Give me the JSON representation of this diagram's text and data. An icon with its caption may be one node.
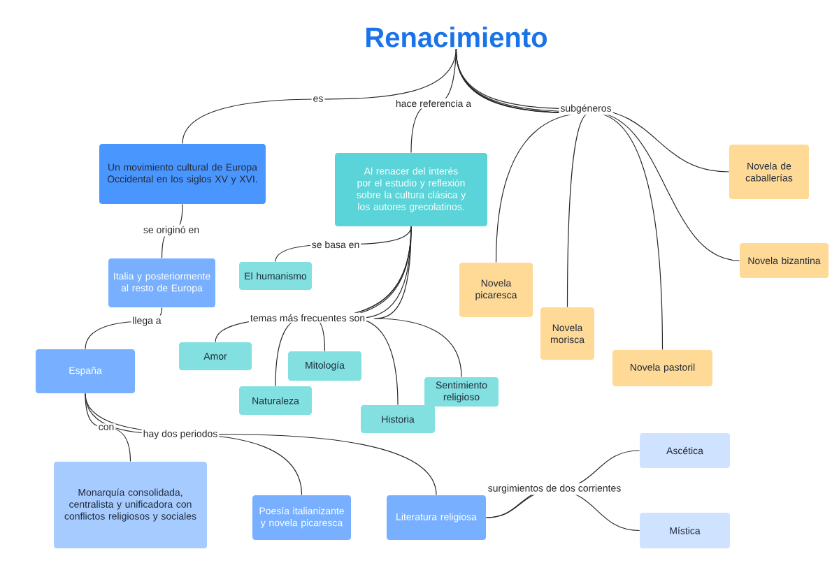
{
  "diagram": {
    "nodes": [
      {
        "text": [
          "Renacimiento"
        ]
      },
      {
        "text": [
          "Un movimiento cultural de Europa Occidental en los siglos XV y XVI."
        ]
      },
      {
        "text": [
          "Al renacer del interés por el estudio y reflexión sobre la cultura clásica y los autores grecolatinos."
        ]
      },
      {
        "text": [
          "Italia y posteriormente al resto de Europa"
        ]
      },
      {
        "text": [
          "El humanismo"
        ]
      },
      {
        "text": [
          "Novela de caballerías"
        ]
      },
      {
        "text": [
          "Novela bizantina"
        ]
      },
      {
        "text": [
          "Novela picaresca"
        ]
      },
      {
        "text": [
          "Novela morisca"
        ]
      },
      {
        "text": [
          "Novela pastoril"
        ]
      },
      {
        "text": [
          "España"
        ]
      },
      {
        "text": [
          "Amor"
        ]
      },
      {
        "text": [
          "Mitología"
        ]
      },
      {
        "text": [
          "Naturaleza"
        ]
      },
      {
        "text": [
          "Historia"
        ]
      },
      {
        "text": [
          "Sentimiento religioso"
        ]
      },
      {
        "text": [
          "Monarquía consolidada, centralista y unificadora con conflictos religiosos y sociales"
        ]
      },
      {
        "text": [
          "Poesía italianizante y novela picaresca"
        ]
      },
      {
        "text": [
          "Literatura religiosa"
        ]
      },
      {
        "text": [
          "Ascética"
        ]
      },
      {
        "text": [
          "Mística"
        ]
      }
    ],
    "edges": [
      {
        "from": 0,
        "to": 1,
        "arrow": "none",
        "label": "es"
      },
      {
        "from": 0,
        "to": 2,
        "arrow": "none",
        "label": "hace referencia a"
      },
      {
        "from": 0,
        "to": 5,
        "arrow": "none",
        "label": "subgéneros"
      },
      {
        "from": 0,
        "to": 6,
        "arrow": "none"
      },
      {
        "from": 0,
        "to": 7,
        "arrow": "none"
      },
      {
        "from": 0,
        "to": 8,
        "arrow": "none"
      },
      {
        "from": 0,
        "to": 9,
        "arrow": "none"
      },
      {
        "from": 1,
        "to": 3,
        "arrow": "none",
        "label": "se originó en"
      },
      {
        "from": 3,
        "to": 10,
        "arrow": "none",
        "label": "llega a"
      },
      {
        "from": 2,
        "to": 4,
        "arrow": "none",
        "label": "se basa en"
      },
      {
        "from": 2,
        "to": 11,
        "arrow": "none",
        "label": "temas más frecuentes son"
      },
      {
        "from": 2,
        "to": 12,
        "arrow": "none"
      },
      {
        "from": 2,
        "to": 13,
        "arrow": "none"
      },
      {
        "from": 2,
        "to": 14,
        "arrow": "none"
      },
      {
        "from": 2,
        "to": 15,
        "arrow": "none"
      },
      {
        "from": 10,
        "to": 16,
        "arrow": "none",
        "label": "con"
      },
      {
        "from": 10,
        "to": 17,
        "arrow": "none",
        "label": "hay dos periodos"
      },
      {
        "from": 10,
        "to": 18,
        "arrow": "none"
      },
      {
        "from": 18,
        "to": 19,
        "arrow": "none",
        "label": "surgimientos de dos corrientes"
      },
      {
        "from": 18,
        "to": 20,
        "arrow": "none"
      }
    ]
  }
}
